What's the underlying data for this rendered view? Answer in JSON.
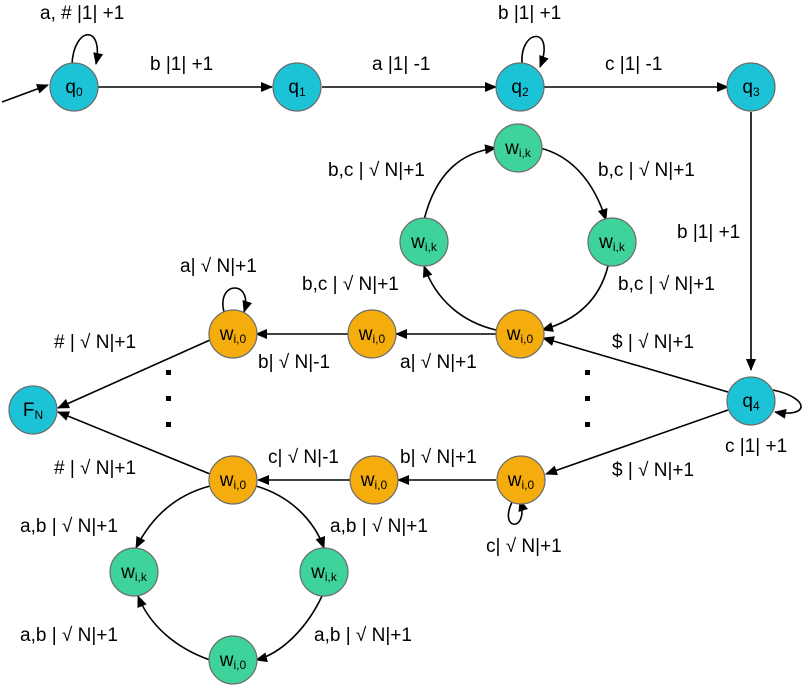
{
  "colors": {
    "cyan": "#1cc3d6",
    "green": "#3ed39a",
    "orange": "#f5ad0d",
    "stroke": "#000000"
  },
  "states": {
    "q0": {
      "base": "q",
      "sub": "0",
      "color": "cyan"
    },
    "q1": {
      "base": "q",
      "sub": "1",
      "color": "cyan"
    },
    "q2": {
      "base": "q",
      "sub": "2",
      "color": "cyan"
    },
    "q3": {
      "base": "q",
      "sub": "3",
      "color": "cyan"
    },
    "q4": {
      "base": "q",
      "sub": "4",
      "color": "cyan"
    },
    "fn": {
      "base": "F",
      "sub": "N",
      "color": "cyan"
    },
    "wt": {
      "base": "w",
      "sub": "i,k",
      "color": "green"
    },
    "wl": {
      "base": "w",
      "sub": "i,k",
      "color": "green"
    },
    "wr": {
      "base": "w",
      "sub": "i,k",
      "color": "green"
    },
    "wb": {
      "base": "w",
      "sub": "i,0",
      "color": "orange"
    },
    "wm2": {
      "base": "w",
      "sub": "i,0",
      "color": "orange"
    },
    "wm1": {
      "base": "w",
      "sub": "i,0",
      "color": "orange"
    },
    "wr2": {
      "base": "w",
      "sub": "i,0",
      "color": "orange"
    },
    "wm3": {
      "base": "w",
      "sub": "i,0",
      "color": "orange"
    },
    "wt4": {
      "base": "w",
      "sub": "i,0",
      "color": "orange"
    },
    "wl4": {
      "base": "w",
      "sub": "i,k",
      "color": "green"
    },
    "wr4": {
      "base": "w",
      "sub": "i,k",
      "color": "green"
    },
    "wb4": {
      "base": "w",
      "sub": "i,0",
      "color": "green"
    }
  },
  "labels": {
    "q0_loop": "a, # |1| +1",
    "q0_q1": "b |1| +1",
    "q1_q2": "a |1| -1",
    "q2_loop": "b |1| +1",
    "q2_q3": "c |1| -1",
    "q3_q4": "b |1| +1",
    "q4_loop": "c |1| +1",
    "up_tl": "b,c | √ N|+1",
    "up_tr": "b,c | √ N|+1",
    "up_br": "b,c | √ N|+1",
    "up_bl": "b,c | √ N|+1",
    "q4_wb": "$ | √ N|+1",
    "wb_wm2": "a| √ N|+1",
    "wm2_wm1": "b| √ N|-1",
    "wm1_loop": "a| √ N|+1",
    "wm1_fn": "# | √ N|+1",
    "q4_wr2": "$ | √ N|+1",
    "wr2_loop": "c| √ N|+1",
    "wr2_wm3": "b| √ N|+1",
    "wm3_wt4": "c| √ N|-1",
    "wt4_fn": "# | √ N|+1",
    "lo_tl": "a,b | √ N|+1",
    "lo_tr": "a,b | √ N|+1",
    "lo_br": "a,b | √ N|+1",
    "lo_bl": "a,b | √ N|+1"
  }
}
